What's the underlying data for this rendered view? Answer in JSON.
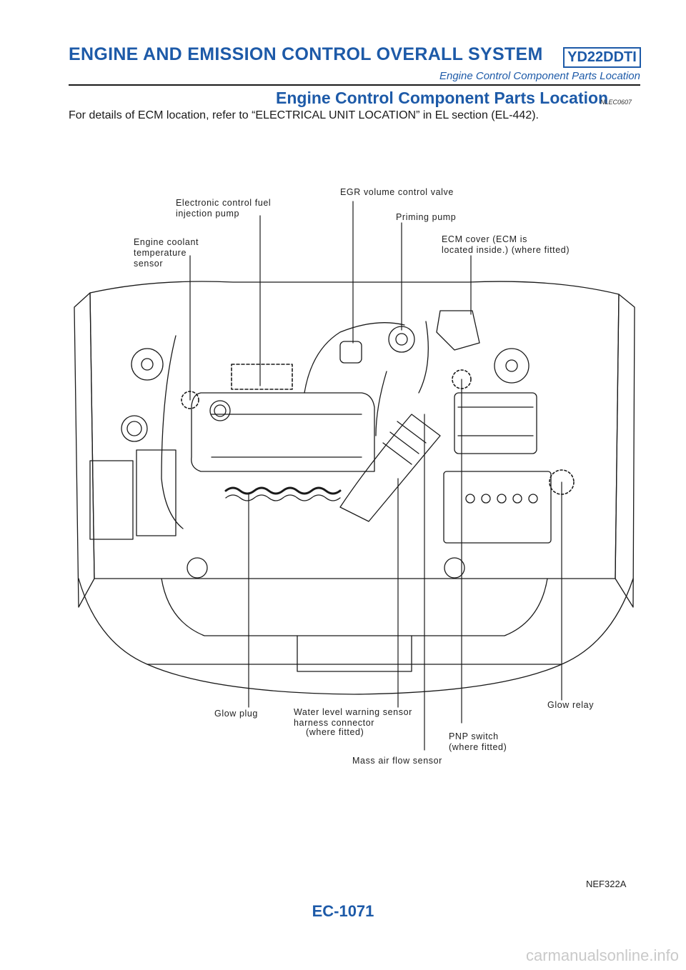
{
  "header": {
    "system_title": "ENGINE AND EMISSION CONTROL OVERALL SYSTEM",
    "engine_code": "YD22DDTI",
    "subtitle": "Engine Control Component Parts Location"
  },
  "section": {
    "title": "Engine Control Component Parts Location",
    "ref_code": "NLEC0607",
    "text": "For details of ECM location, refer to “ELECTRICAL UNIT LOCATION” in EL section (EL-442)."
  },
  "diagram": {
    "labels": {
      "efi_pump": "Electronic control fuel\ninjection pump",
      "egr_valve": "EGR volume control valve",
      "priming_pump": "Priming pump",
      "ecm_cover": "ECM cover (ECM is\nlocated inside.) (where fitted)",
      "coolant_sensor": "Engine coolant\ntemperature\nsensor",
      "glow_plug": "Glow plug",
      "water_level": "Water level warning sensor\nharness connector",
      "water_level_fitted": "(where fitted)",
      "pnp_switch": "PNP switch\n(where fitted)",
      "glow_relay": "Glow relay",
      "maf_sensor": "Mass air flow sensor"
    },
    "figure_id": "NEF322A"
  },
  "footer": {
    "page_number": "EC-1071",
    "watermark": "carmanualsonline.info"
  }
}
